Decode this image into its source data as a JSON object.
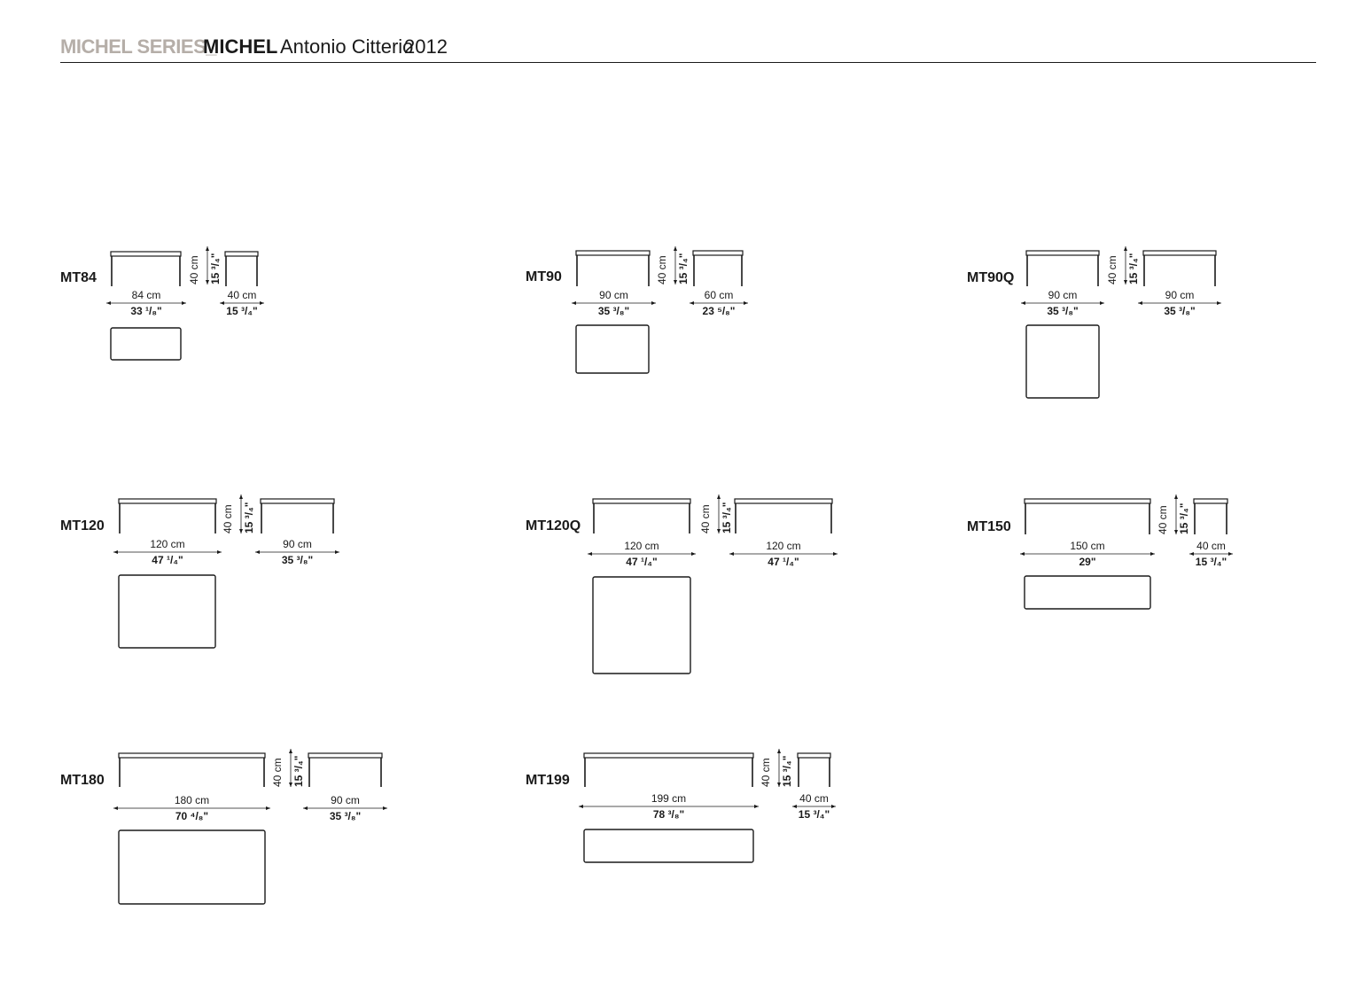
{
  "header": {
    "series": "MICHEL SERIES_",
    "name": "MICHEL",
    "designer": "Antonio Citterio",
    "year": "2012"
  },
  "tables": [
    {
      "code": "MT84",
      "length": {
        "cm": "84 cm",
        "in": "33 ¹/₈\""
      },
      "height": {
        "cm": "40 cm",
        "in": "15 ³/₄\""
      },
      "depth": {
        "cm": "40 cm",
        "in": "15 ³/₄\""
      }
    },
    {
      "code": "MT90",
      "length": {
        "cm": "90 cm",
        "in": "35 ³/₈\""
      },
      "height": {
        "cm": "40 cm",
        "in": "15 ³/₄\""
      },
      "depth": {
        "cm": "60 cm",
        "in": "23 ⁵/₈\""
      }
    },
    {
      "code": "MT90Q",
      "length": {
        "cm": "90 cm",
        "in": "35 ³/₈\""
      },
      "height": {
        "cm": "40 cm",
        "in": "15 ³/₄\""
      },
      "depth": {
        "cm": "90 cm",
        "in": "35 ³/₈\""
      }
    },
    {
      "code": "MT120",
      "length": {
        "cm": "120 cm",
        "in": "47 ¹/₄\""
      },
      "height": {
        "cm": "40 cm",
        "in": "15 ³/₄\""
      },
      "depth": {
        "cm": "90 cm",
        "in": "35 ³/₈\""
      }
    },
    {
      "code": "MT120Q",
      "length": {
        "cm": "120 cm",
        "in": "47 ¹/₄\""
      },
      "height": {
        "cm": "40 cm",
        "in": "15 ³/₄\""
      },
      "depth": {
        "cm": "120 cm",
        "in": "47 ¹/₄\""
      }
    },
    {
      "code": "MT150",
      "length": {
        "cm": "150 cm",
        "in": "29\""
      },
      "height": {
        "cm": "40 cm",
        "in": "15 ³/₄\""
      },
      "depth": {
        "cm": "40 cm",
        "in": "15 ³/₄\""
      }
    },
    {
      "code": "MT180",
      "length": {
        "cm": "180 cm",
        "in": "70 ⁴/₈\""
      },
      "height": {
        "cm": "40 cm",
        "in": "15 ³/₄\""
      },
      "depth": {
        "cm": "90 cm",
        "in": "35 ³/₈\""
      }
    },
    {
      "code": "MT199",
      "length": {
        "cm": "199 cm",
        "in": "78 ³/₈\""
      },
      "height": {
        "cm": "40 cm",
        "in": "15 ³/₄\""
      },
      "depth": {
        "cm": "40 cm",
        "in": "15 ³/₄\""
      }
    }
  ],
  "colors": {
    "ink": "#1a1a1a",
    "header_grey": "#b5aea8"
  }
}
